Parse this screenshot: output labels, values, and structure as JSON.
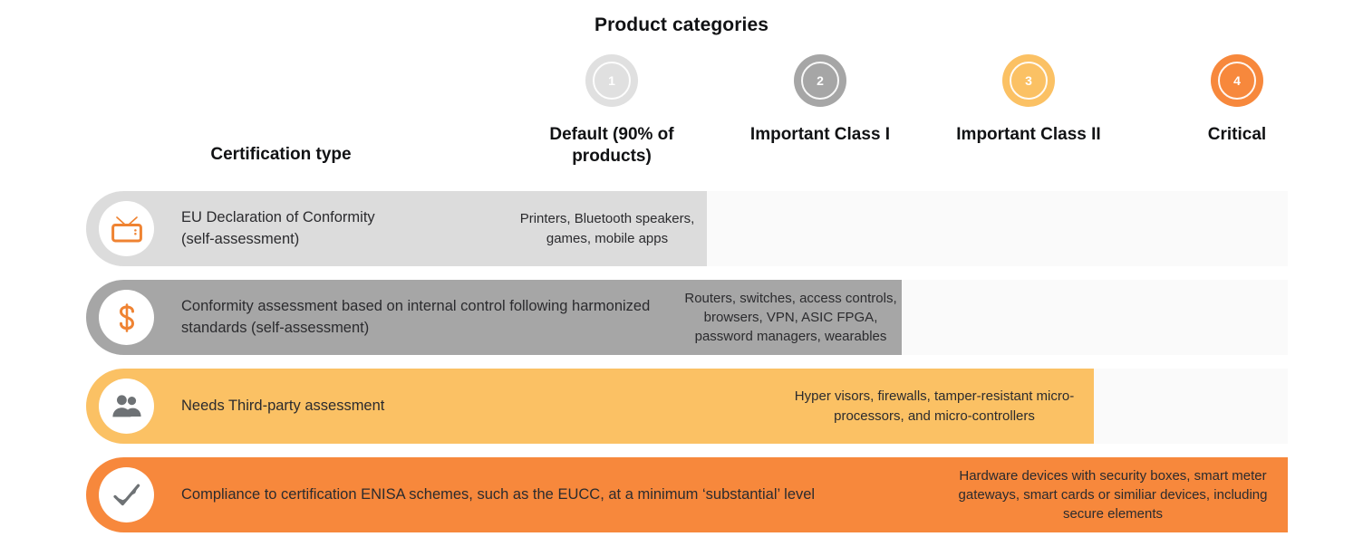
{
  "title": "Product categories",
  "row_header": "Certification type",
  "columns": [
    {
      "number": "1",
      "label": "Default (90% of products)",
      "ring_color": "#e0e0e0",
      "fill_color": "#dcdcdc"
    },
    {
      "number": "2",
      "label": "Important Class I",
      "ring_color": "#a6a6a6",
      "fill_color": "#9a9a9a"
    },
    {
      "number": "3",
      "label": "Important Class II",
      "ring_color": "#fbc164",
      "fill_color": "#fcce7f"
    },
    {
      "number": "4",
      "label": "Critical",
      "ring_color": "#f7883c",
      "fill_color": "#f58a40"
    }
  ],
  "rows": [
    {
      "icon": "retro-tv-icon",
      "certification": "EU Declaration of Conformity\n(self-assessment)",
      "examples": "Printers, Bluetooth speakers, games, mobile apps",
      "bar_color": "#dcdcdc"
    },
    {
      "icon": "dollar-sign-icon",
      "certification": "Conformity assessment based on internal control following harmonized standards (self-assessment)",
      "examples": "Routers, switches, access controls, browsers, VPN, ASIC FPGA, password managers, wearables",
      "bar_color": "#a6a6a6"
    },
    {
      "icon": "people-icon",
      "certification": "Needs Third-party assessment",
      "examples": "Hyper visors, firewalls, tamper-resistant micro-processors, and micro-controllers",
      "bar_color": "#fbc164"
    },
    {
      "icon": "checkmark-icon",
      "certification": "Compliance to certification ENISA schemes, such as the EUCC, at a minimum ‘substantial’ level",
      "examples": "Hardware devices with security boxes, smart meter gateways, smart cards or similiar devices, including secure elements",
      "bar_color": "#f7883c"
    }
  ],
  "palette": {
    "track": "#fafafa",
    "icon_orange": "#ef8332",
    "icon_gray": "#6e7275",
    "text": "#2b2b2e"
  }
}
